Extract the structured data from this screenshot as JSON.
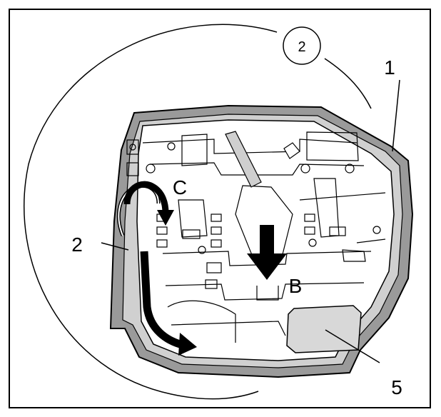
{
  "callouts": {
    "circled": "2",
    "part_1": "1",
    "part_2": "2",
    "part_5": "5",
    "step_b": "B",
    "step_c": "C"
  }
}
